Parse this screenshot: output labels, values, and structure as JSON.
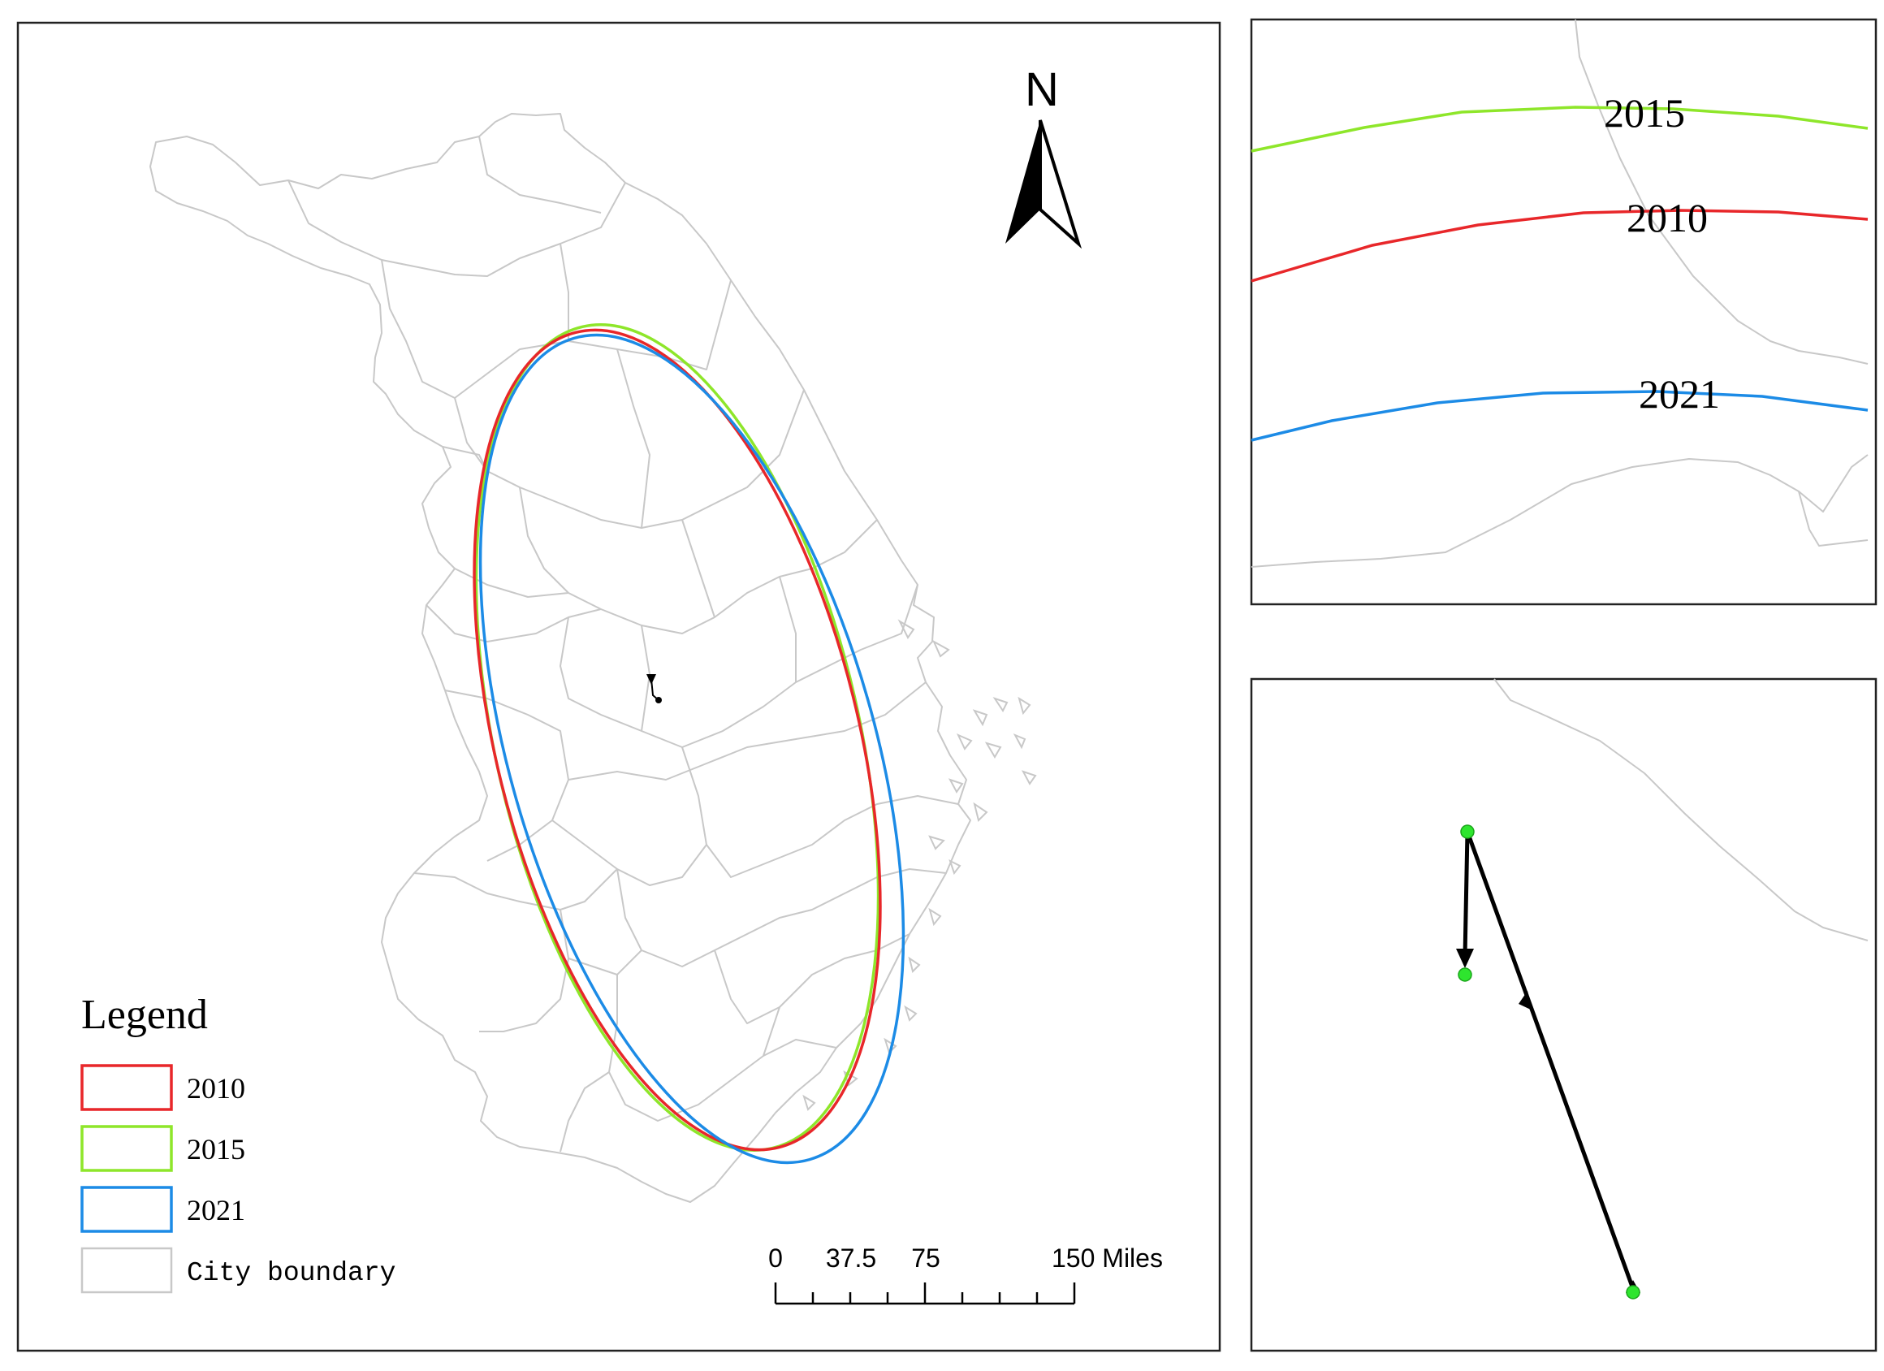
{
  "north_arrow": {
    "label": "N"
  },
  "legend": {
    "title": "Legend",
    "items": [
      {
        "label": "2010",
        "color": "#e8272a"
      },
      {
        "label": "2015",
        "color": "#8ee62a"
      },
      {
        "label": "2021",
        "color": "#1c8be6"
      },
      {
        "label": "City boundary",
        "color": "#c8c8c8"
      }
    ]
  },
  "scale_bar": {
    "ticks": [
      "0",
      "37.5",
      "75",
      "150 Miles"
    ],
    "tick_values": [
      0,
      37.5,
      75,
      150
    ],
    "max_value": 150
  },
  "inset_labels": {
    "y2015": "2015",
    "y2010": "2010",
    "y2021": "2021"
  },
  "colors": {
    "frame": "#222222",
    "boundary": "#c8c8c8",
    "centroid_point": "#2ee52e",
    "trajectory": "#000000"
  }
}
